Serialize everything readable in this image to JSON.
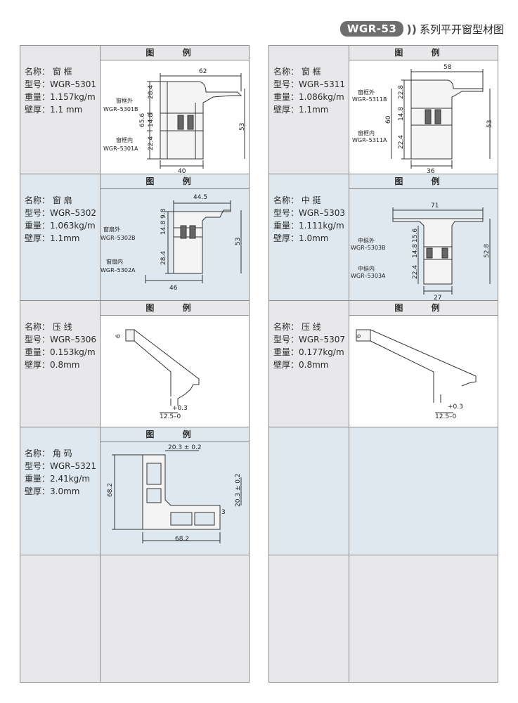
{
  "header": {
    "badge": "WGR-53",
    "chevron": "))",
    "title": "系列平开窗型材图"
  },
  "figure_header": "图 例",
  "left": [
    {
      "name": "名称： 窗 框",
      "model": "型号：WGR–5301",
      "weight": "重量：1.157kg/m",
      "thickness": "壁厚：1.1 mm",
      "labels": [
        "62",
        "28.4",
        "65.6",
        "14.8",
        "22.4",
        "53",
        "40"
      ],
      "callouts": [
        "窗框外",
        "WGR–5301B",
        "窗框内",
        "WGR–5301A"
      ]
    },
    {
      "name": "名称： 窗 扇",
      "model": "型号：WGR–5302",
      "weight": "重量：1.063kg/m",
      "thickness": "壁厚：1.1mm",
      "labels": [
        "44.5",
        "9.8",
        "14.8",
        "28.4",
        "53",
        "46"
      ],
      "callouts": [
        "窗扇外",
        "WGR–5302B",
        "窗扇内",
        "WGR–5302A"
      ]
    },
    {
      "name": "名称： 压 线",
      "model": "型号：WGR–5306",
      "weight": "重量：0.153kg/m",
      "thickness": "壁厚：0.8mm",
      "labels": [
        "6",
        "+0.3",
        "12.5–0"
      ]
    },
    {
      "name": "名称： 角 码",
      "model": "型号：WGR–5321",
      "weight": "重量：2.41kg/m",
      "thickness": "壁厚：3.0mm",
      "labels": [
        "20.3 ± 0.2",
        "68.2",
        "20.3 ± 0.2",
        "3",
        "68.2"
      ]
    }
  ],
  "right": [
    {
      "name": "名称： 窗 框",
      "model": "型号：WGR–5311",
      "weight": "重量：1.086kg/m",
      "thickness": "壁厚：1.1mm",
      "labels": [
        "58",
        "22.8",
        "60",
        "14.8",
        "22.4",
        "53",
        "36"
      ],
      "callouts": [
        "窗框外",
        "WGR–5311B",
        "窗框内",
        "WGR–5311A"
      ]
    },
    {
      "name": "名称： 中 挺",
      "model": "型号：WGR–5303",
      "weight": "重量：1.111kg/m",
      "thickness": "壁厚：1.0mm",
      "labels": [
        "71",
        "15.6",
        "14.8",
        "22.4",
        "52.8",
        "27"
      ],
      "callouts": [
        "中挺外",
        "WGR–5303B",
        "中挺内",
        "WGR–5303A"
      ]
    },
    {
      "name": "名称： 压 线",
      "model": "型号：WGR–5307",
      "weight": "重量：0.177kg/m",
      "thickness": "壁厚：0.8mm",
      "labels": [
        "6",
        "+0.3",
        "12.5–0"
      ]
    }
  ]
}
